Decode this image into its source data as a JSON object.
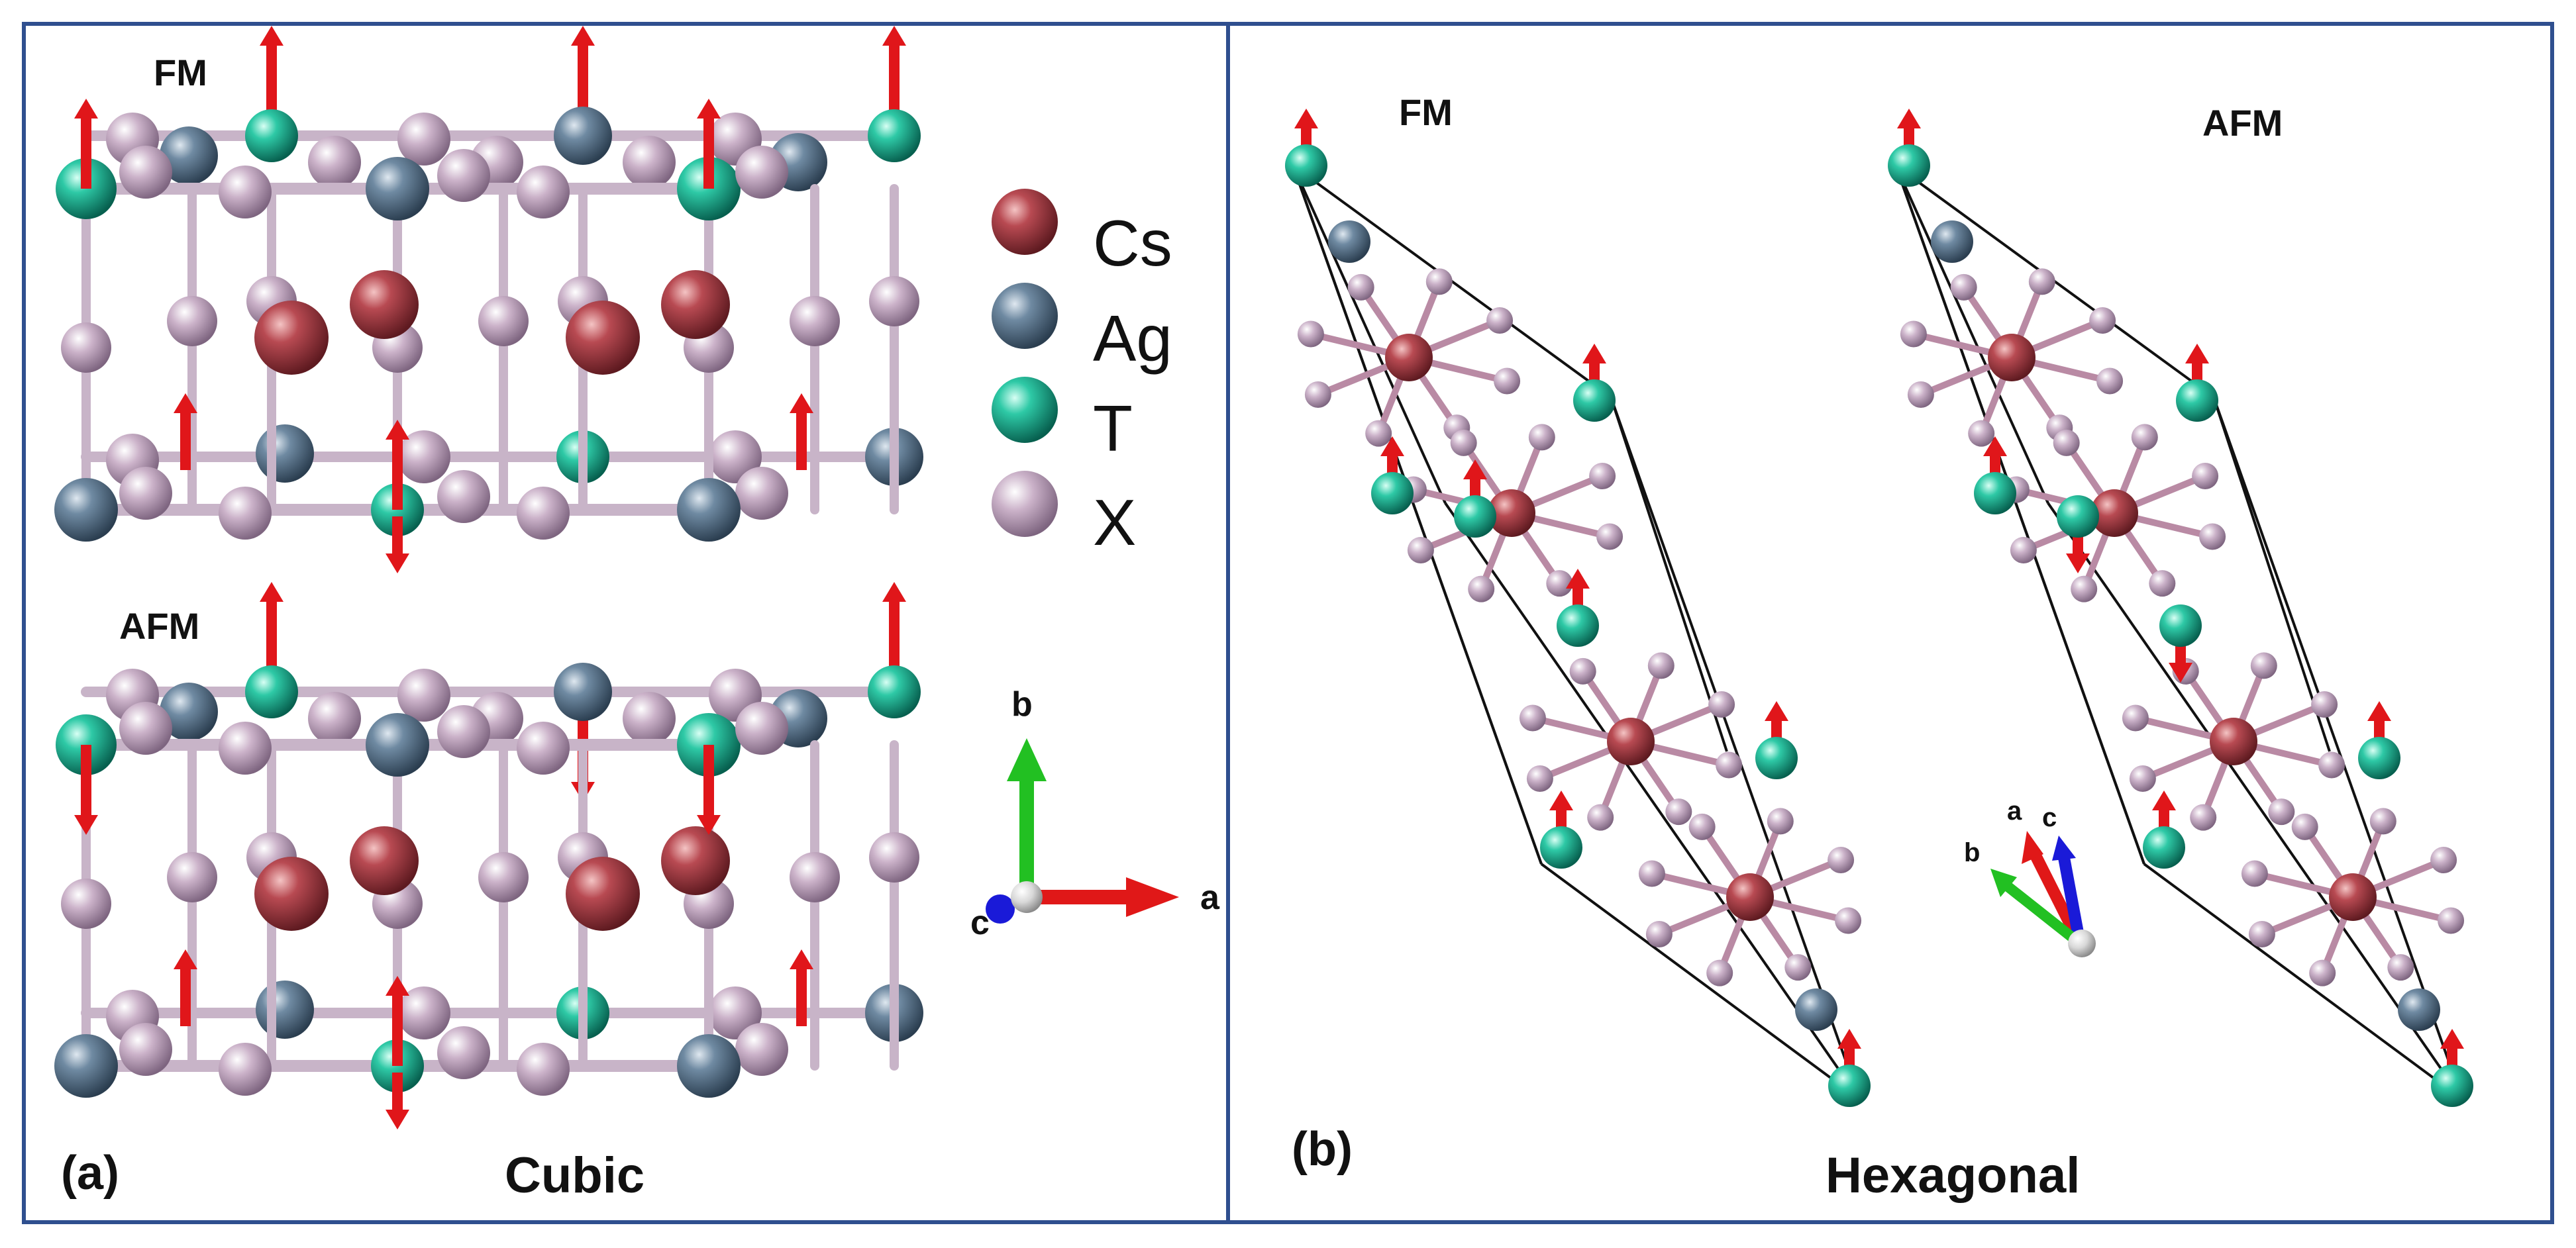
{
  "panel_a": {
    "tag": "(a)",
    "caption": "Cubic",
    "top_label": "FM",
    "bottom_label": "AFM",
    "axes": {
      "a": "a",
      "b": "b",
      "c": "c"
    }
  },
  "panel_b": {
    "tag": "(b)",
    "caption": "Hexagonal",
    "left_label": "FM",
    "right_label": "AFM",
    "axes": {
      "a": "a",
      "b": "b",
      "c": "c"
    }
  },
  "legend": [
    {
      "label": "Cs",
      "color": "#a84048"
    },
    {
      "label": "Ag",
      "color": "#5c7a92"
    },
    {
      "label": "T",
      "color": "#1fb89a"
    },
    {
      "label": "X",
      "color": "#bfa4bd"
    }
  ],
  "colors": {
    "frame": "#2f4f8f",
    "spin_arrow": "#e0161a",
    "bond": "#c8b4c8",
    "axis_a": "#e01818",
    "axis_b": "#22c022",
    "axis_c": "#1a1ad8",
    "cell_line": "#111111"
  }
}
